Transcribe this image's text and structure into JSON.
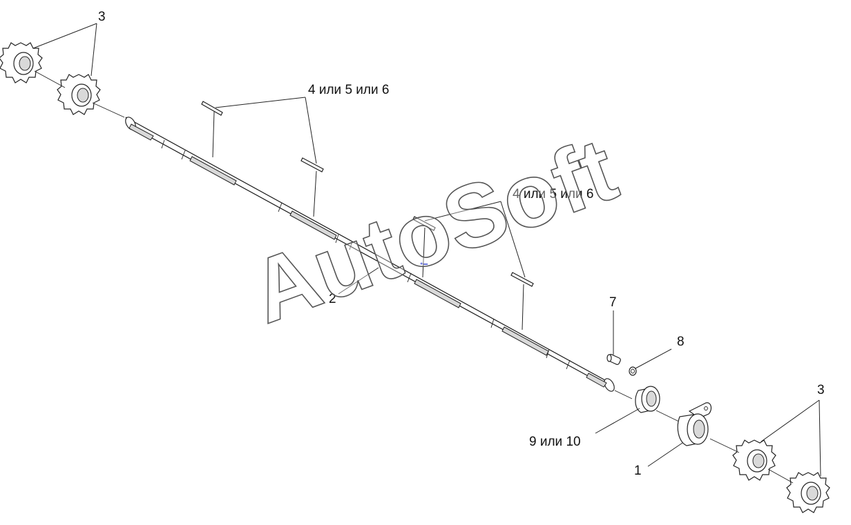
{
  "diagram": {
    "watermark": "AutoSoft",
    "labels": {
      "sprocket_top": "3",
      "pins_top": "4 или 5 или 6",
      "pins_middle": "4 или 5 или 6",
      "shaft": "2",
      "grease_fitting": "7",
      "ring": "8",
      "bearing": "9 или 10",
      "housing": "1",
      "sprocket_bottom": "3"
    }
  }
}
